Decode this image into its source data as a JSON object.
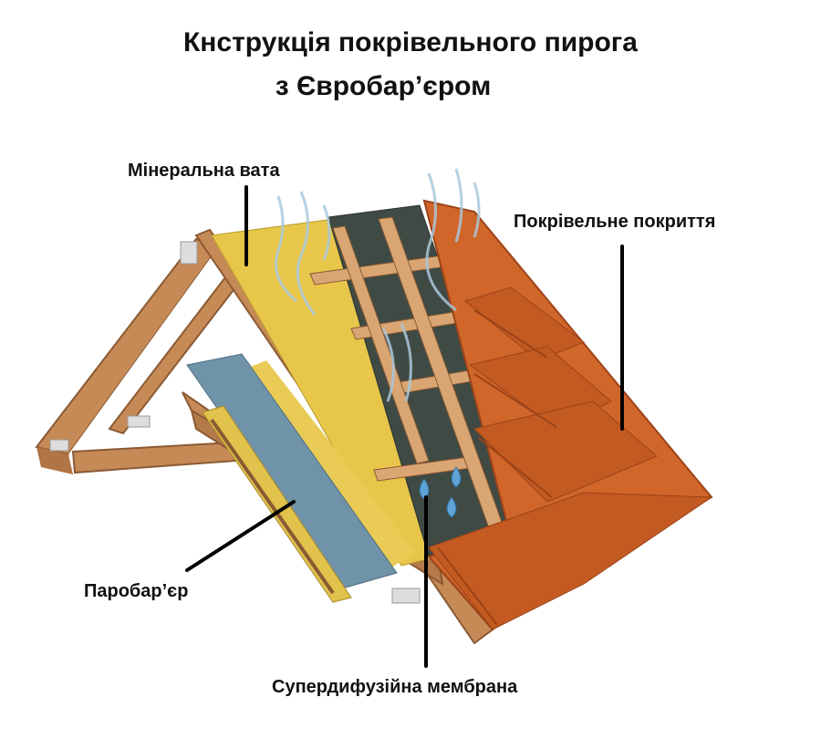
{
  "title": {
    "line1": "Кнструкція покрівельного пирога",
    "line2": "з Євробар’єром"
  },
  "labels": {
    "mineral_wool": "Мінеральна вата",
    "roof_covering": "Покрівельне покриття",
    "vapor_barrier": "Паробар’єр",
    "membrane": "Супердифузійна мембрана"
  },
  "colors": {
    "timber": "#c68a57",
    "timber_dark": "#8a5a33",
    "insulation": "#e7c64a",
    "membrane": "#3f4a44",
    "vapor_barrier": "#6f93a8",
    "tile": "#d0662a",
    "tile_dark": "#9b4318",
    "leader": "#000000"
  },
  "icons": [
    "airflow-icon",
    "water-drop-icon"
  ]
}
